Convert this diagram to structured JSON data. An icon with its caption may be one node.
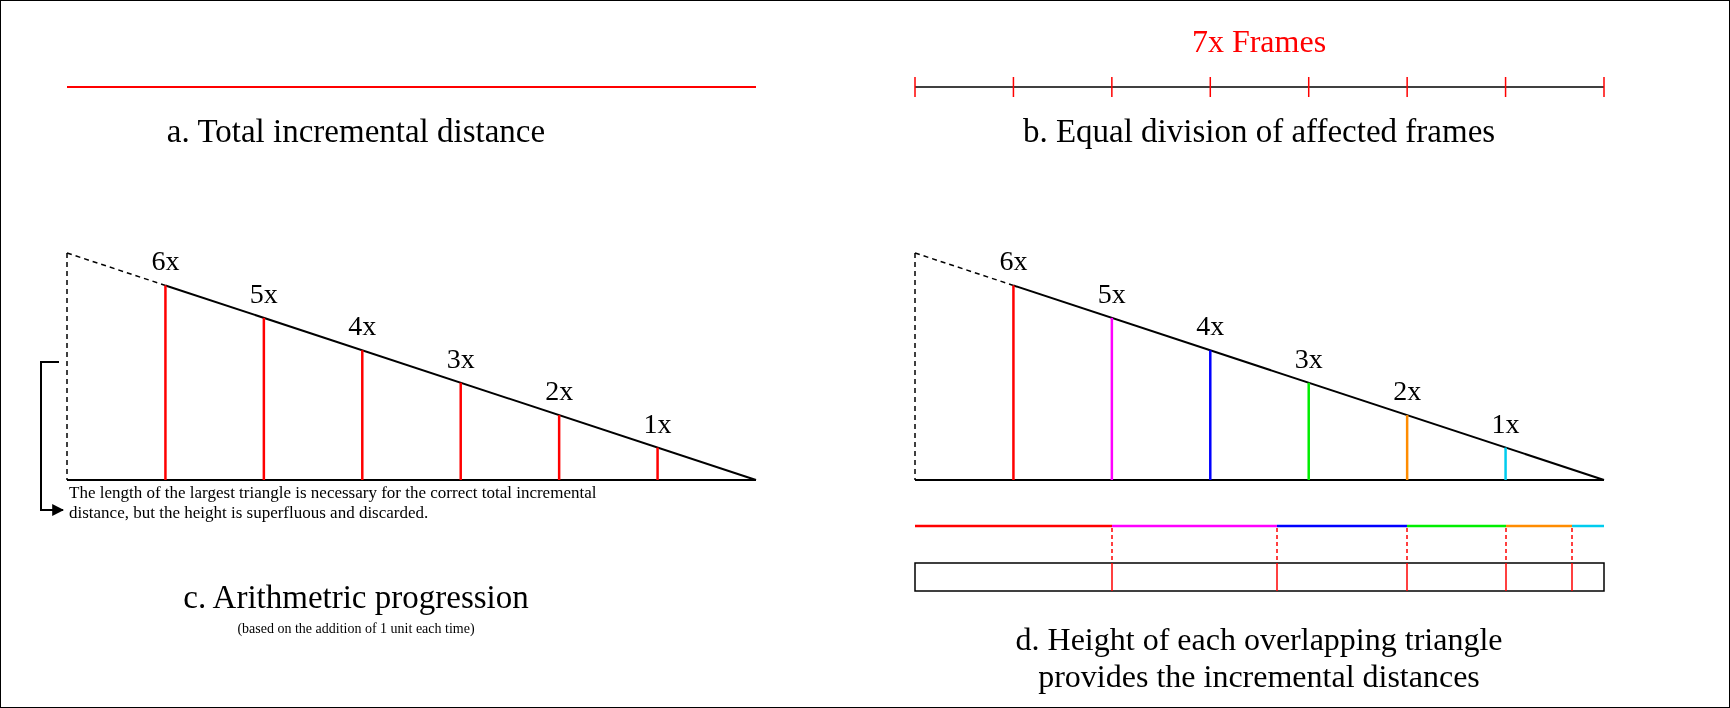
{
  "diagram": {
    "nodes": [
      {
        "text": [
          "The length of the largest triangle is necessary for the correct total incremental distance, but the height is superfluous and discarded."
        ]
      },
      {
        "text": [],
        "shape": "line"
      }
    ],
    "edges": [
      {
        "from": 1,
        "to": 0,
        "arrow": "to"
      }
    ],
    "labels": [
      "7x Frames",
      "a. Total incremental distance",
      "b. Equal division of affected frames",
      "6x",
      "5x",
      "4x",
      "3x",
      "2x",
      "1x",
      "6x",
      "5x",
      "4x",
      "3x",
      "2x",
      "1x",
      "c. Arithmetric progression",
      "(based on the addition of 1 unit each time)",
      "d. Height of each overlapping triangle provides the incremental distances"
    ]
  }
}
